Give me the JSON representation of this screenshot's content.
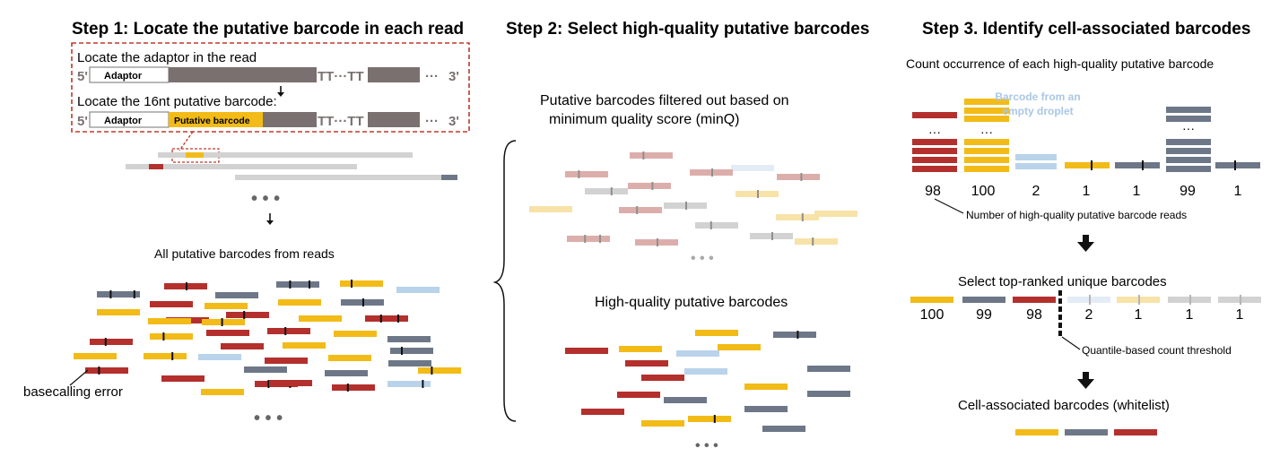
{
  "colors": {
    "red": "#b3302d",
    "yellow": "#f2bb17",
    "slate": "#6d7787",
    "lightblue": "#b9d3ea",
    "paleblue": "#e3ecf6",
    "pink": "#dcaeab",
    "paleyellow": "#f7e2a8",
    "lightgray": "#d2d2d2",
    "readgray": "#7a706f",
    "adaptor_border": "#8a8a8a",
    "dashed_box": "#c0392b",
    "mark": "#111111"
  },
  "step1": {
    "title": "Step 1: Locate the putative barcode in each read",
    "adaptor_caption": "Locate the adaptor in the read",
    "barcode_caption": "Locate the 16nt putative barcode:",
    "five_prime": "5'",
    "three_prime": "3'",
    "adaptor_label": "Adaptor",
    "putative_label": "Putative barcode",
    "polyT": "TT···TT",
    "ellipsis": "···",
    "dots": "• • •",
    "all_caption": "All putative barcodes from reads",
    "error_label": "basecalling error"
  },
  "step2": {
    "title": "Step 2: Select high-quality putative barcodes",
    "filtered_caption_line1": "Putative barcodes filtered out based on",
    "filtered_caption_line2": "minimum quality score (minQ)",
    "hq_caption": "High-quality putative barcodes",
    "dots": "• • •"
  },
  "step3": {
    "title": "Step 3. Identify cell-associated barcodes",
    "count_caption": "Count occurrence of each high-quality putative barcode",
    "empty_label_line1": "Barcode from an",
    "empty_label_line2": "empty droplet",
    "stack_dots": "···",
    "counts": [
      "98",
      "100",
      "2",
      "1",
      "1",
      "99",
      "1"
    ],
    "counts_caption": "Number of high-quality putative barcode reads",
    "select_caption": "Select top-ranked unique barcodes",
    "ranked_counts": [
      "100",
      "99",
      "98",
      "2",
      "1",
      "1",
      "1"
    ],
    "threshold_label": "Quantile-based count threshold",
    "whitelist_caption": "Cell-associated barcodes (whitelist)"
  }
}
